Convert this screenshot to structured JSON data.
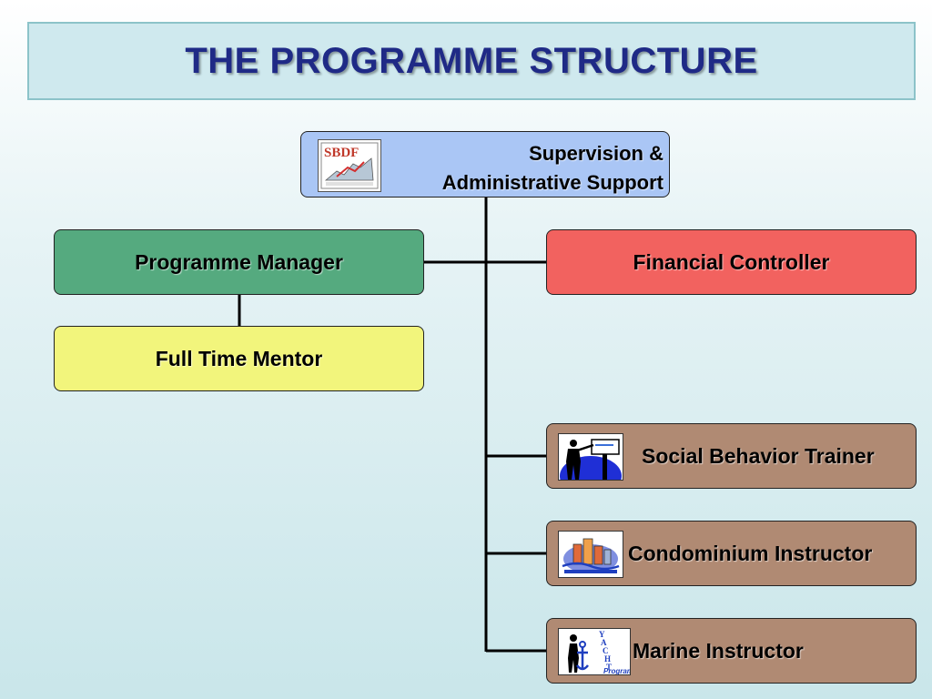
{
  "title": "THE PROGRAMME STRUCTURE",
  "colors": {
    "title_text": "#1f2a86",
    "supervision_box": "#aac6f5",
    "programme_manager_box": "#55aa7f",
    "financial_controller_box": "#f2625f",
    "full_time_mentor_box": "#f2f57c",
    "instructor_boxes": "#b08a73"
  },
  "org": {
    "top": {
      "line1": "Supervision &",
      "line2": "Administrative Support",
      "logo_text": "SBDF",
      "logo_icon": "sbdf-logo-icon"
    },
    "programme_manager": "Programme Manager",
    "financial_controller": "Financial Controller",
    "full_time_mentor": "Full Time Mentor",
    "social_behavior_trainer": {
      "label": "Social Behavior Trainer",
      "icon": "presenter-icon"
    },
    "condominium_instructor": {
      "label": "Condominium Instructor",
      "icon": "buildings-icon"
    },
    "marine_instructor": {
      "label": "Marine Instructor",
      "icon": "yacht-program-icon",
      "icon_text": "Program",
      "icon_letters": [
        "Y",
        "A",
        "C",
        "H",
        "T"
      ]
    }
  }
}
